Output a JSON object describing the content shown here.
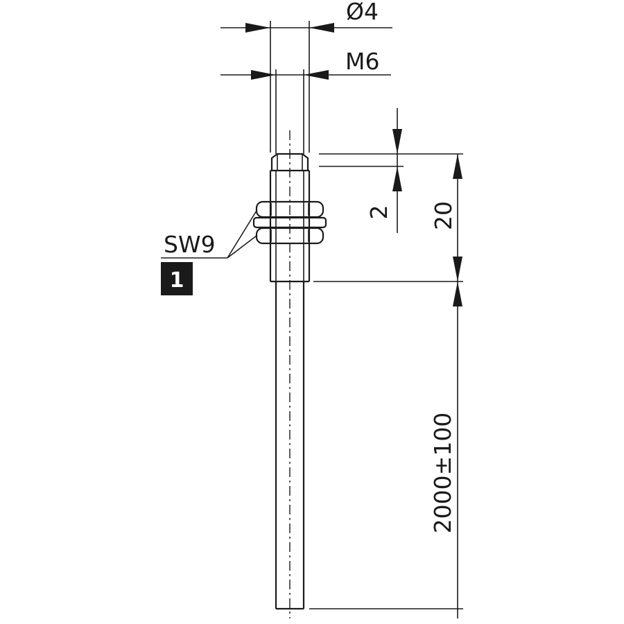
{
  "dimensions": {
    "diameter_label": "Ø4",
    "thread_label": "M6",
    "thread_step_label": "2",
    "thread_length_label": "20",
    "cable_length_label": "2000±100",
    "wrench_size_label": "SW9"
  },
  "callout": {
    "number": "1"
  },
  "colors": {
    "line": "#1a1a1a",
    "badge_fill": "#1a1a1a",
    "badge_text": "#ffffff"
  }
}
